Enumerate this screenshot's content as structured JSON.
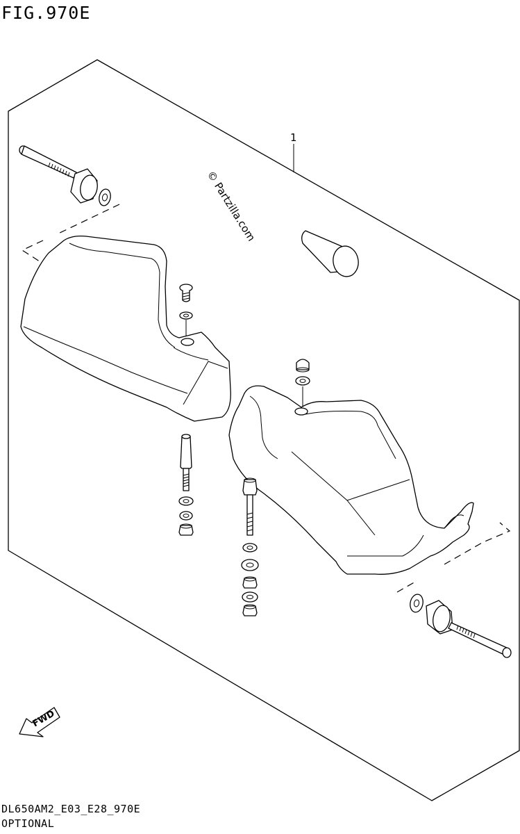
{
  "figure": {
    "title": "FIG.970E",
    "model_code": "DL650AM2_E03_E28_970E",
    "note": "OPTIONAL"
  },
  "callouts": [
    {
      "number": "1"
    }
  ],
  "watermark": "© Partzilla.com",
  "direction_badge": {
    "label": "FWD",
    "icon": "forward-arrow-icon"
  }
}
